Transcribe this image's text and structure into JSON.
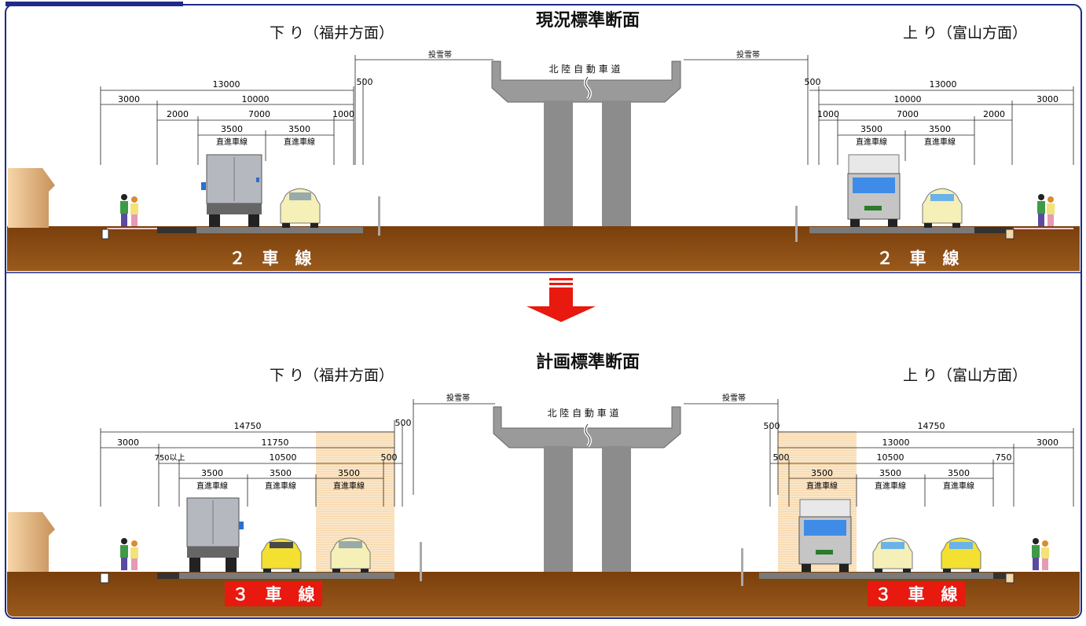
{
  "panels": {
    "current": {
      "title": "現況標準断面",
      "left_direction": "下 り（福井方面）",
      "right_direction": "上 り（富山方面）",
      "lanes_label": "２　車　線",
      "snow_left": "投雪帯",
      "snow_right": "投雪帯",
      "expressway": "北 陸 自 動 車 道",
      "left_dims": {
        "total": "13000",
        "sidewalk": "3000",
        "road": "10000",
        "shoulder_outer": "2000",
        "carriage": "7000",
        "shoulder_inner": "1000",
        "median": "500",
        "lane1": "3500",
        "lane2": "3500",
        "lane_name1": "直進車線",
        "lane_name2": "直進車線"
      },
      "right_dims": {
        "total": "13000",
        "sidewalk": "3000",
        "road": "10000",
        "shoulder_outer": "2000",
        "carriage": "7000",
        "shoulder_inner": "1000",
        "median": "500",
        "lane1": "3500",
        "lane2": "3500",
        "lane_name1": "直進車線",
        "lane_name2": "直進車線"
      }
    },
    "planned": {
      "title": "計画標準断面",
      "left_direction": "下 り（福井方面）",
      "right_direction": "上 り（富山方面）",
      "lanes_label": "３　車　線",
      "snow_left": "投雪帯",
      "snow_right": "投雪帯",
      "expressway": "北 陸 自 動 車 道",
      "left_dims": {
        "total": "14750",
        "sidewalk": "3000",
        "road": "11750",
        "shoulder_outer": "750以上",
        "carriage": "10500",
        "shoulder_inner": "500",
        "median": "500",
        "lane1": "3500",
        "lane2": "3500",
        "lane3": "3500",
        "lane_name1": "直進車線",
        "lane_name2": "直進車線",
        "lane_name3": "直進車線"
      },
      "right_dims": {
        "total": "14750",
        "sidewalk": "3000",
        "road": "13000",
        "shoulder_outer": "750",
        "carriage": "10500",
        "shoulder_inner": "500",
        "median": "500",
        "lane1": "3500",
        "lane2": "3500",
        "lane3": "3500",
        "lane_name1": "直進車線",
        "lane_name2": "直進車線",
        "lane_name3": "直進車線"
      }
    }
  },
  "colors": {
    "frame": "#1f2a8a",
    "ground": "#8a4b12",
    "ground_dark": "#5e3208",
    "pavement": "#7a7a7a",
    "pier": "#8c8c8c",
    "arrow": "#e8190f",
    "lane_highlight": "#fbe3c0",
    "label_box": "#e8190f"
  }
}
